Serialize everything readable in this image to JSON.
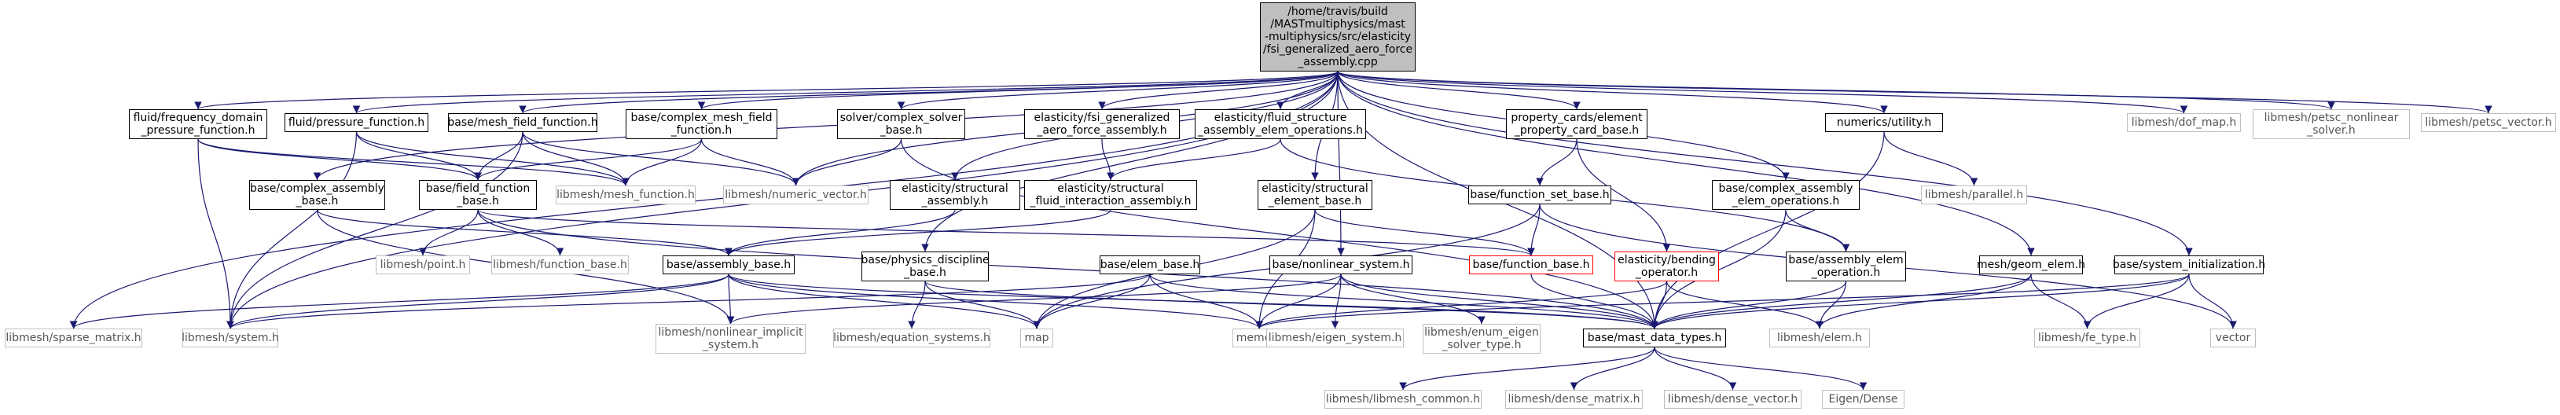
{
  "graph": {
    "root": "/home/travis/build\n/MASTmultiphysics/mast\n-multiphysics/src/elasticity\n/fsi_generalized_aero_force\n_assembly.cpp",
    "nodes": {
      "n_ffd": "fluid/frequency_domain\n_pressure_function.h",
      "n_fpf": "fluid/pressure_function.h",
      "n_bmf": "base/mesh_field_function.h",
      "n_bcmf": "base/complex_mesh_field\n_function.h",
      "n_scs": "solver/complex_solver\n_base.h",
      "n_efg": "elasticity/fsi_generalized\n_aero_force_assembly.h",
      "n_efs": "elasticity/fluid_structure\n_assembly_elem_operations.h",
      "n_pcs": "property_cards/element\n_property_card_base.h",
      "n_nut": "numerics/utility.h",
      "n_dof": "libmesh/dof_map.h",
      "n_pns": "libmesh/petsc_nonlinear\n_solver.h",
      "n_pvc": "libmesh/petsc_vector.h",
      "n_bca": "base/complex_assembly\n_base.h",
      "n_bff": "base/field_function\n_base.h",
      "n_lmf": "libmesh/mesh_function.h",
      "n_lnv": "libmesh/numeric_vector.h",
      "n_esa": "elasticity/structural\n_assembly.h",
      "n_esf": "elasticity/structural\n_fluid_interaction_assembly.h",
      "n_ese": "elasticity/structural\n_element_base.h",
      "n_bfs": "base/function_set_base.h",
      "n_bcae": "base/complex_assembly\n_elem_operations.h",
      "n_lpa": "libmesh/parallel.h",
      "n_lpt": "libmesh/point.h",
      "n_lfb": "libmesh/function_base.h",
      "n_bab": "base/assembly_base.h",
      "n_bpd": "base/physics_discipline\n_base.h",
      "n_beb": "base/elem_base.h",
      "n_bns": "base/nonlinear_system.h",
      "n_bfb": "base/function_base.h",
      "n_ebo": "elasticity/bending\n_operator.h",
      "n_bae": "base/assembly_elem\n_operation.h",
      "n_mge": "mesh/geom_elem.h",
      "n_bsi": "base/system_initialization.h",
      "n_lsm": "libmesh/sparse_matrix.h",
      "n_lsy": "libmesh/system.h",
      "n_lni": "libmesh/nonlinear_implicit\n_system.h",
      "n_les": "libmesh/equation_systems.h",
      "n_map": "map",
      "n_mem": "memory",
      "n_lei": "libmesh/eigen_system.h",
      "n_lee": "libmesh/enum_eigen\n_solver_type.h",
      "n_bmd": "base/mast_data_types.h",
      "n_lel": "libmesh/elem.h",
      "n_lft": "libmesh/fe_type.h",
      "n_vec": "vector",
      "n_llc": "libmesh/libmesh_common.h",
      "n_ldm": "libmesh/dense_matrix.h",
      "n_ldv": "libmesh/dense_vector.h",
      "n_eig": "Eigen/Dense"
    }
  },
  "colors": {
    "edge": "#191970",
    "node_border": "#000000",
    "external_border": "#bfbfbf",
    "highlight_border": "#ff0000",
    "root_fill": "#bfbfbf"
  }
}
